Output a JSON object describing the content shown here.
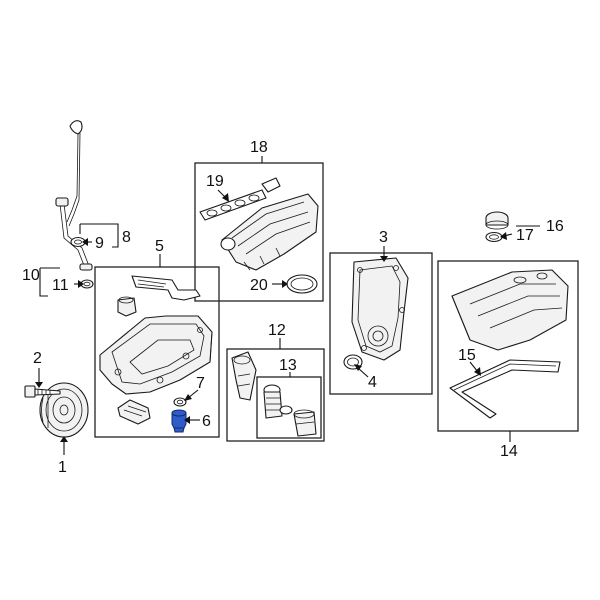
{
  "diagram": {
    "callouts": {
      "c1": "1",
      "c2": "2",
      "c3": "3",
      "c4": "4",
      "c5": "5",
      "c6": "6",
      "c7": "7",
      "c8": "8",
      "c9": "9",
      "c10": "10",
      "c11": "11",
      "c12": "12",
      "c13": "13",
      "c14": "14",
      "c15": "15",
      "c16": "16",
      "c17": "17",
      "c18": "18",
      "c19": "19",
      "c20": "20"
    },
    "colors": {
      "background": "#ffffff",
      "line": "#1a1a1a",
      "highlight_part": "#2f5cc9"
    },
    "highlighted_part_callout": "6"
  }
}
